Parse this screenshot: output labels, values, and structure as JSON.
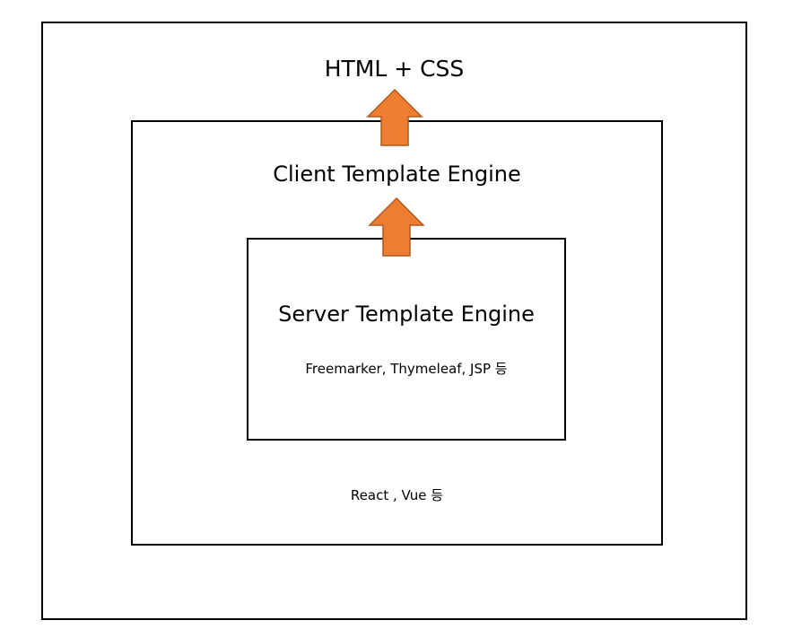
{
  "diagram": {
    "outer": {
      "title": "HTML + CSS"
    },
    "middle": {
      "title": "Client Template Engine",
      "examples": "React , Vue 등"
    },
    "inner": {
      "title": "Server Template Engine",
      "examples": "Freemarker, Thymeleaf, JSP 등"
    },
    "colors": {
      "arrow_fill": "#ED7D31",
      "arrow_stroke": "#AE5A21",
      "border": "#000000",
      "background": "#FFFFFF"
    },
    "icons": {
      "arrow": "up-block-arrow"
    }
  }
}
